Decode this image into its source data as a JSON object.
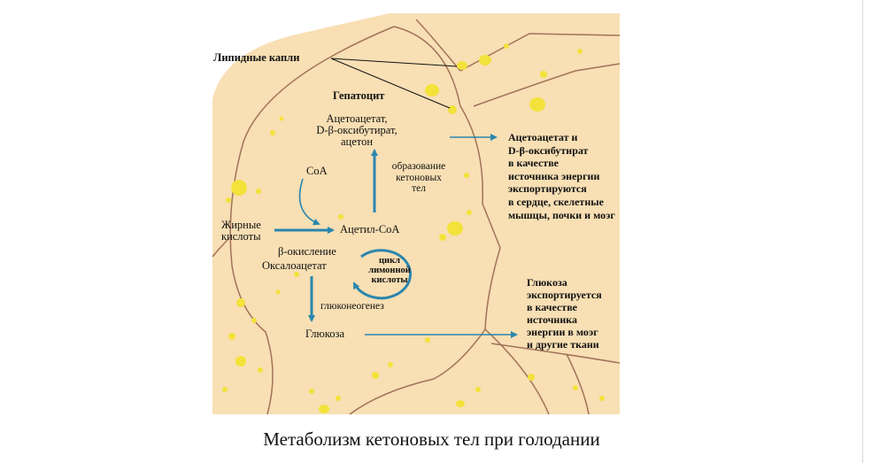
{
  "labels": {
    "lipid_droplets": "Липидные капли",
    "hepatocyte": "Гепатоцит",
    "ketone_products": [
      "Ацетоацетат,",
      "D-β-оксибутират,",
      "ацетон"
    ],
    "ketone_formation": [
      "образование",
      "кетоновых",
      "тел"
    ],
    "coa": "CoA",
    "fatty_acids": [
      "Жирные",
      "кислоты"
    ],
    "acetyl_coa": "Ацетил-CoA",
    "beta_oxidation": "β-окисление",
    "oxaloacetate": "Оксалоацетат",
    "citric_cycle": [
      "цикл",
      "лимонной",
      "кислоты"
    ],
    "gluconeogenesis": "глюконеогенез",
    "glucose": "Глюкоза",
    "ketone_export": [
      "Ацетоацетат и",
      "D-β-оксибутират",
      "в качестве",
      "источника энергии",
      "экспортируются",
      "в сердце, скелетные",
      "мышцы, почки и моэг"
    ],
    "glucose_export": [
      "Глюкоза",
      "экспортируется",
      "в качестве",
      "источника",
      "энергии в моэг",
      "и другие ткани"
    ]
  },
  "caption": "Метаболизм кетоновых тел при голодании",
  "colors": {
    "cell_fill": "#f8dfb4",
    "cell_border": "#a2725a",
    "lipid_droplet": "#f2e23a",
    "arrow": "#2a86ae"
  }
}
